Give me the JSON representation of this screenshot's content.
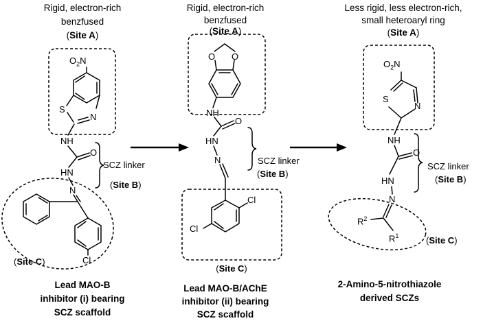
{
  "site_labels": {
    "site_a": "Site A",
    "site_b": "Site B",
    "site_c": "Site C"
  },
  "linker_label": "SCZ linker",
  "compounds": [
    {
      "header_line1": "Rigid, electron-rich",
      "header_line2": "benzfused",
      "caption_line1": "Lead MAO-B",
      "caption_line2": "inhibitor (i) bearing",
      "caption_line3": "SCZ scaffold",
      "atoms": {
        "o2n": "O",
        "o2n_sub": "2",
        "o2n_n": "N",
        "s": "S",
        "n": "N",
        "nh": "NH",
        "o": "O",
        "hn": "HN",
        "n2": "N",
        "cl": "Cl"
      }
    },
    {
      "header_line1": "Rigid, electron-rich",
      "header_line2": "benzfused",
      "caption_line1": "Lead MAO-B/AChE",
      "caption_line2": "inhibitor (ii) bearing",
      "caption_line3": "SCZ scaffold",
      "atoms": {
        "o1": "O",
        "o2": "O",
        "nh": "NH",
        "o": "O",
        "hn": "HN",
        "n2": "N",
        "cl1": "Cl",
        "cl2": "Cl"
      }
    },
    {
      "header_line1": "Less rigid, less electron-rich,",
      "header_line2": "small heteroaryl ring",
      "caption_line1": "2-Amino-5-nitrothiazole",
      "caption_line2": "derived SCZs",
      "atoms": {
        "o2n": "O",
        "o2n_sub": "2",
        "o2n_n": "N",
        "s": "S",
        "n": "N",
        "nh": "NH",
        "o": "O",
        "hn": "HN",
        "n2": "N",
        "r2": "R",
        "r2_sup": "2",
        "r1": "R",
        "r1_sup": "1"
      }
    }
  ]
}
